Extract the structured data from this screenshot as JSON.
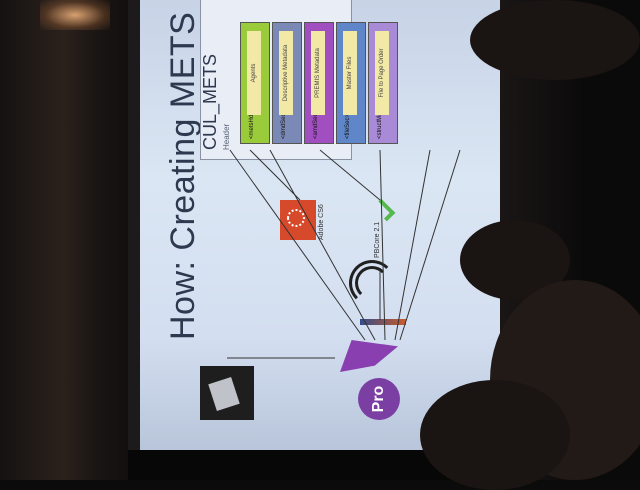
{
  "slide": {
    "title": "How: Creating METS",
    "mets_box": {
      "title": "CUL_METS",
      "subtitle": "Header"
    },
    "bands": [
      {
        "color": "#9acb3b",
        "label": "<metsHdr>",
        "text": "Agents"
      },
      {
        "color": "#7b89b6",
        "label": "<dmdSec>",
        "text": "Descriptive Metadata"
      },
      {
        "color": "#a14fc0",
        "label": "<amdSec>",
        "text": "PREMIS Metadata"
      },
      {
        "color": "#5f86c8",
        "label": "<fileSec>",
        "text": "Master Files"
      },
      {
        "color": "#a98ad6",
        "label": "<structMap>",
        "text": "File to Page Order"
      }
    ],
    "pro_label": "Pro",
    "pbcore_label": "PBCore 2.1",
    "adobe_label": "Adobe CS6"
  }
}
